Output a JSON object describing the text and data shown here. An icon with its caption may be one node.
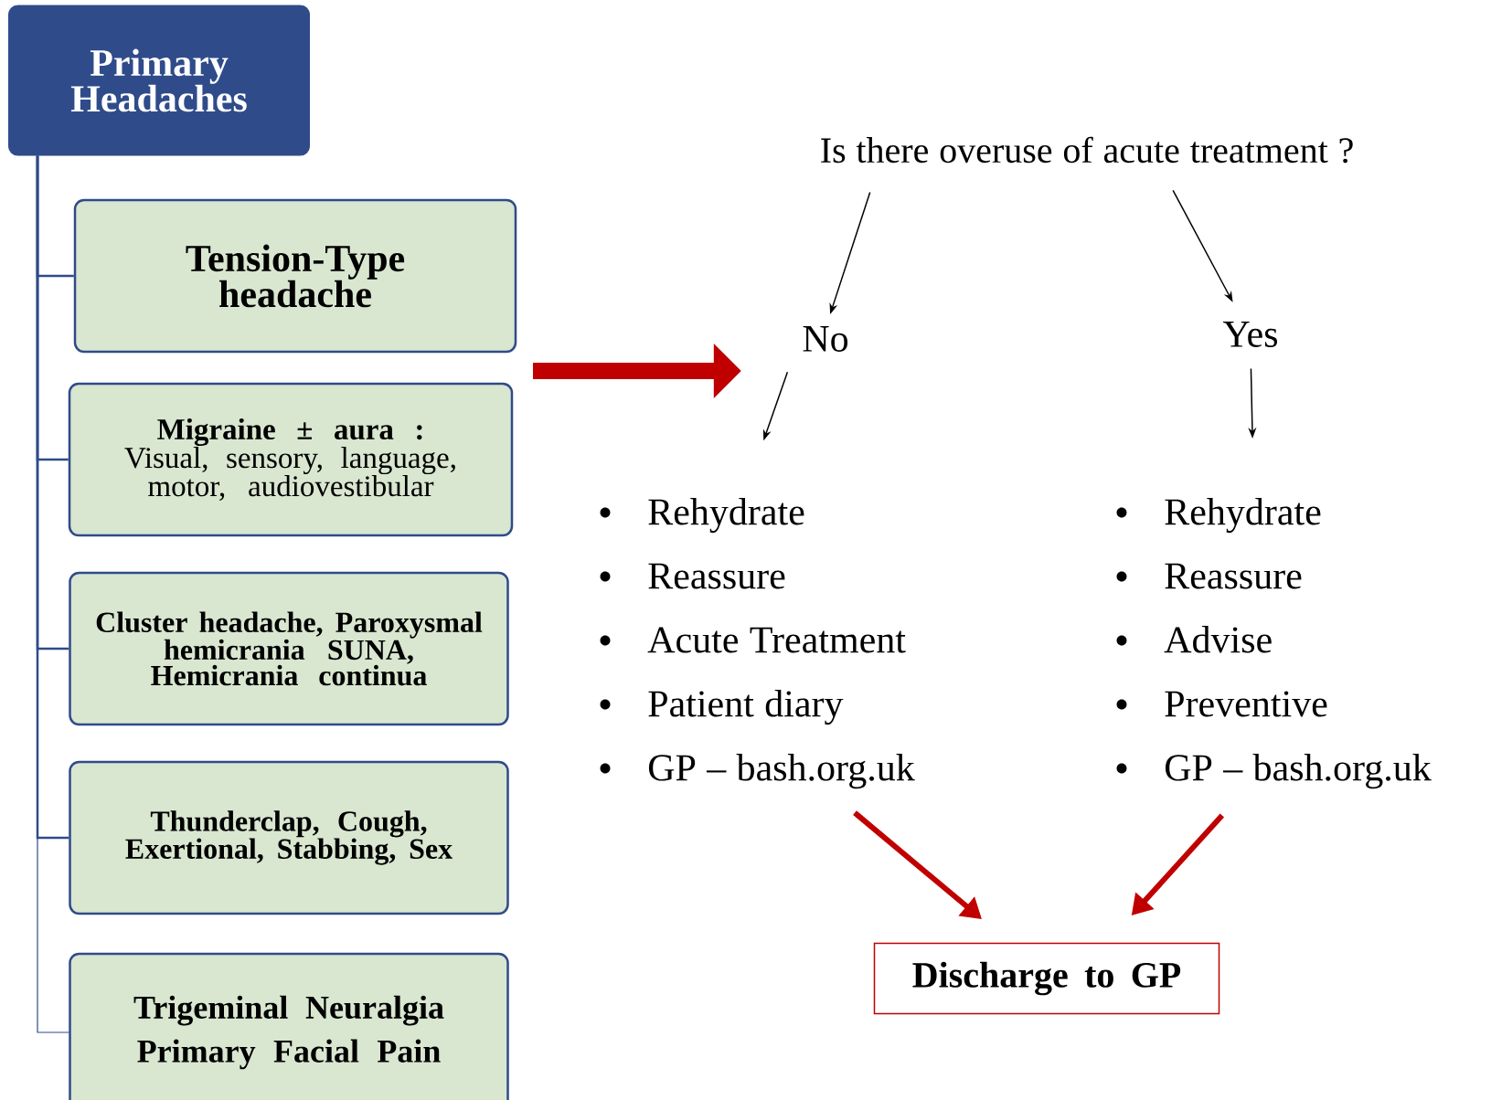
{
  "diagram": {
    "nodes": [
      {
        "text": [
          "Primary Headaches"
        ]
      },
      {
        "text": [
          "Tension-Type headache"
        ]
      },
      {
        "text": [
          "**Migraine ± aura :** Visual, sensory, language, motor, audiovestibular"
        ]
      },
      {
        "text": [
          "Cluster headache, Paroxysmal hemicrania SUNA, Hemicrania continua"
        ]
      },
      {
        "text": [
          "Thunderclap, Cough, Exertional, Stabbing, Sex"
        ]
      },
      {
        "text": [
          "Trigeminal Neuralgia",
          "Primary Facial Pain"
        ]
      },
      {
        "text": [
          "Is there overuse of acute treatment ?"
        ]
      },
      {
        "text": [
          "No"
        ]
      },
      {
        "text": [
          "Yes"
        ]
      },
      {
        "text": [
          "Rehydrate",
          "Reassure",
          "Acute Treatment",
          "Patient diary",
          "GP – bash.org.uk"
        ]
      },
      {
        "text": [
          "Rehydrate",
          "Reassure",
          "Advise",
          "Preventive",
          "GP – bash.org.uk"
        ]
      },
      {
        "text": [
          "Discharge to GP"
        ]
      }
    ],
    "edges": [
      {
        "from": 0,
        "to": 1,
        "arrow": "none",
        "color": "#2f4b8a"
      },
      {
        "from": 0,
        "to": 2,
        "arrow": "none",
        "color": "#2f4b8a"
      },
      {
        "from": 0,
        "to": 3,
        "arrow": "none",
        "color": "#2f4b8a"
      },
      {
        "from": 0,
        "to": 4,
        "arrow": "none",
        "color": "#2f4b8a"
      },
      {
        "from": 0,
        "to": 5,
        "arrow": "none",
        "color": "#2f4b8a"
      },
      {
        "from": null,
        "to": 7,
        "arrow": "to",
        "style": "thick",
        "color": "#c00000"
      },
      {
        "from": 6,
        "to": 7,
        "arrow": "to",
        "color": "#000000"
      },
      {
        "from": 6,
        "to": 8,
        "arrow": "to",
        "color": "#000000"
      },
      {
        "from": 7,
        "to": 9,
        "arrow": "to",
        "color": "#000000"
      },
      {
        "from": 8,
        "to": 10,
        "arrow": "to",
        "color": "#000000"
      },
      {
        "from": 9,
        "to": 11,
        "arrow": "to",
        "style": "thick",
        "color": "#c00000"
      },
      {
        "from": 10,
        "to": 11,
        "arrow": "to",
        "style": "thick",
        "color": "#c00000"
      }
    ]
  }
}
